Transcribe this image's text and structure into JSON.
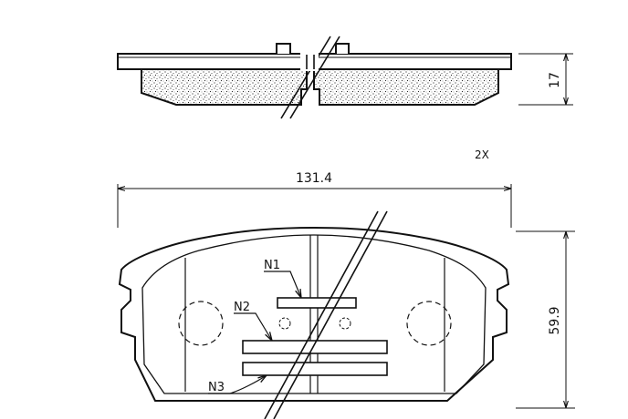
{
  "drawing": {
    "side_view": {
      "thickness_label": "17"
    },
    "quantity_label": "2X",
    "front_view": {
      "width_label": "131.4",
      "height_label": "59.9",
      "callouts": [
        "N1",
        "N2",
        "N3"
      ]
    },
    "colors": {
      "line": "#111111",
      "background": "#ffffff"
    }
  }
}
